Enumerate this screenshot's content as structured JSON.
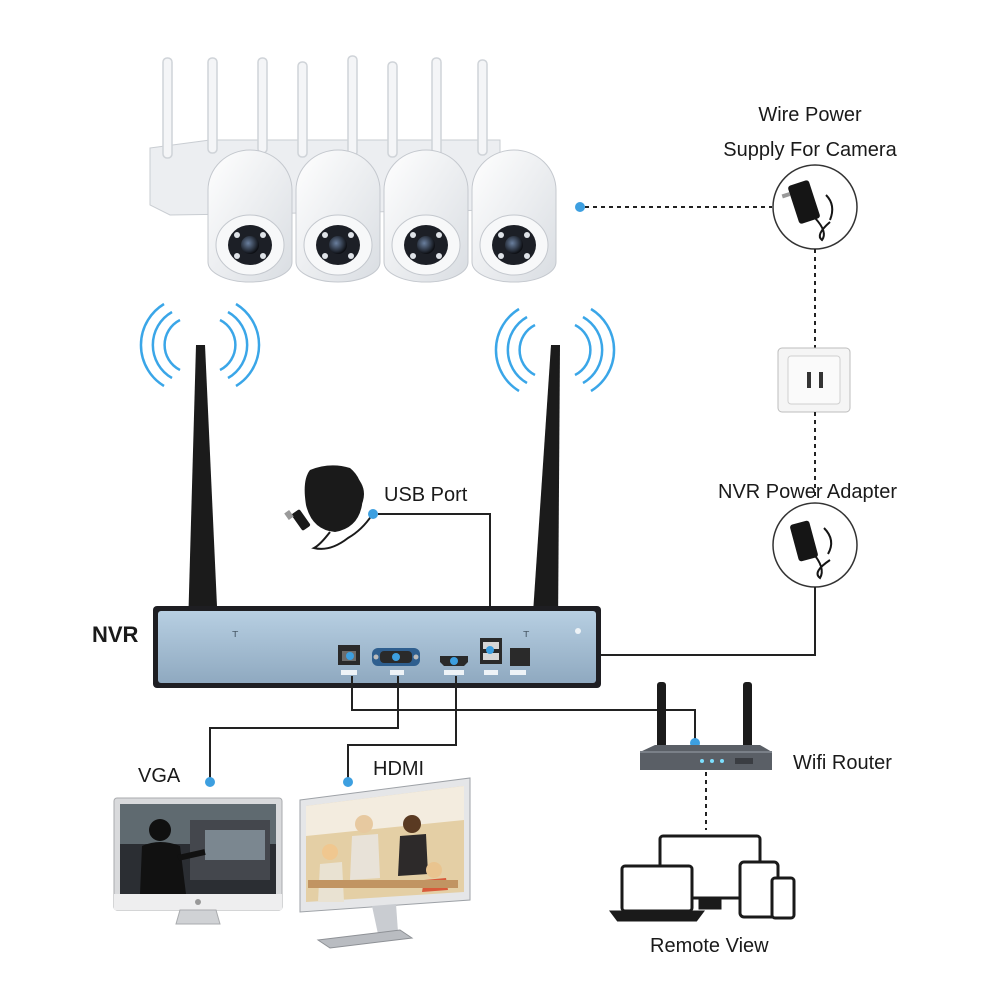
{
  "labels": {
    "camera_power_line1": "Wire Power",
    "camera_power_line2": "Supply For Camera",
    "usb_port": "USB Port",
    "nvr_power_adapter": "NVR Power Adapter",
    "nvr": "NVR",
    "vga": "VGA",
    "hdmi": "HDMI",
    "wifi_router": "Wifi Router",
    "remote_view": "Remote View"
  },
  "cameras": {
    "count": 4
  },
  "colors": {
    "connector_dot": "#3d9fe0",
    "nvr_panel": "#9cb8cf",
    "nvr_frame": "#1e1e22",
    "antenna": "#1b1b1b",
    "signal_waves": "#3aa6e8",
    "router_body": "#5a5f66",
    "cable": "#222222"
  }
}
